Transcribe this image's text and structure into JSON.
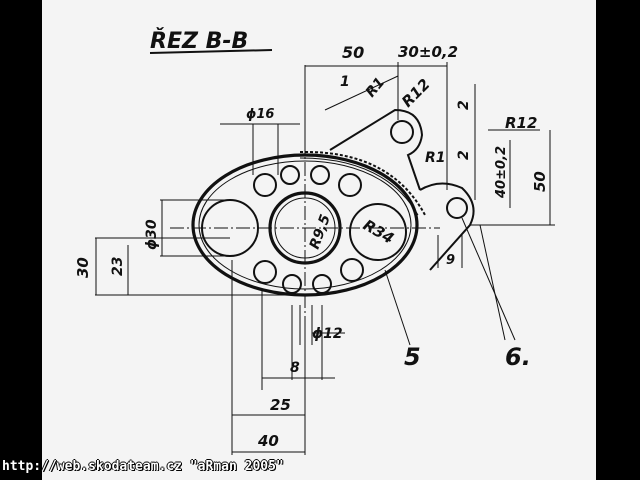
{
  "title": "ŘEZ B-B",
  "dimensions": {
    "d50": "50",
    "d30": "30±0,2",
    "d1": "1",
    "r1_top": "R1",
    "r12_top": "R12",
    "d2_upper": "2",
    "d2_lower": "2",
    "r1_mid": "R1",
    "r12_right": "R12",
    "d40": "40±0,2",
    "d50_right": "50",
    "phi16": "ϕ16",
    "phi30": "ϕ30",
    "r95": "R9,5",
    "r34": "R34",
    "d9": "9",
    "d30_left": "30",
    "d23": "23",
    "phi12": "ϕ12",
    "d8": "8",
    "d25": "25",
    "d40_bottom": "40"
  },
  "callouts": {
    "part5": "5",
    "part6": "6."
  },
  "footer": "http://web.skodateam.cz \"aRman 2005\""
}
